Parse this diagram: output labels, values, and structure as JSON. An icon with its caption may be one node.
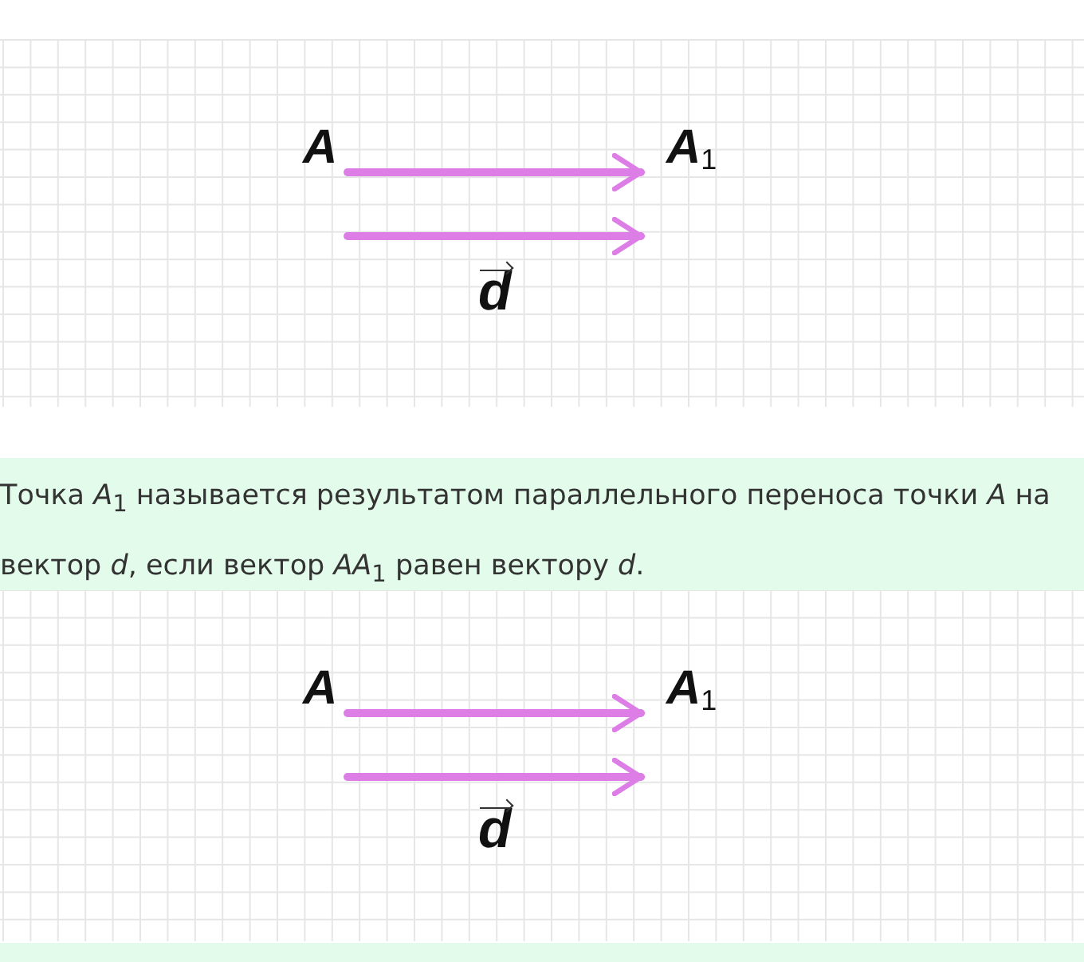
{
  "diagram": {
    "nodes": [
      {
        "text": [
          "A$_{1}$"
        ]
      },
      {
        "text": [
          "A"
        ]
      },
      {
        "text": [
          "A"
        ]
      },
      {
        "text": [
          "A$_{1}$"
        ]
      }
    ],
    "edges": [
      {
        "from": 1,
        "to": 0,
        "arrow": "to",
        "color": "#dc7ee6"
      },
      {
        "from": 2,
        "to": 3,
        "arrow": "to",
        "color": "#dc7ee6"
      }
    ],
    "labels": [
      "d",
      "Точка *A*$_{1}$ называется результатом параллельного переноса точки *A* на вектор *d*, если вектор *AA*$_{1}$ равен вектору *d*.",
      "d"
    ]
  }
}
